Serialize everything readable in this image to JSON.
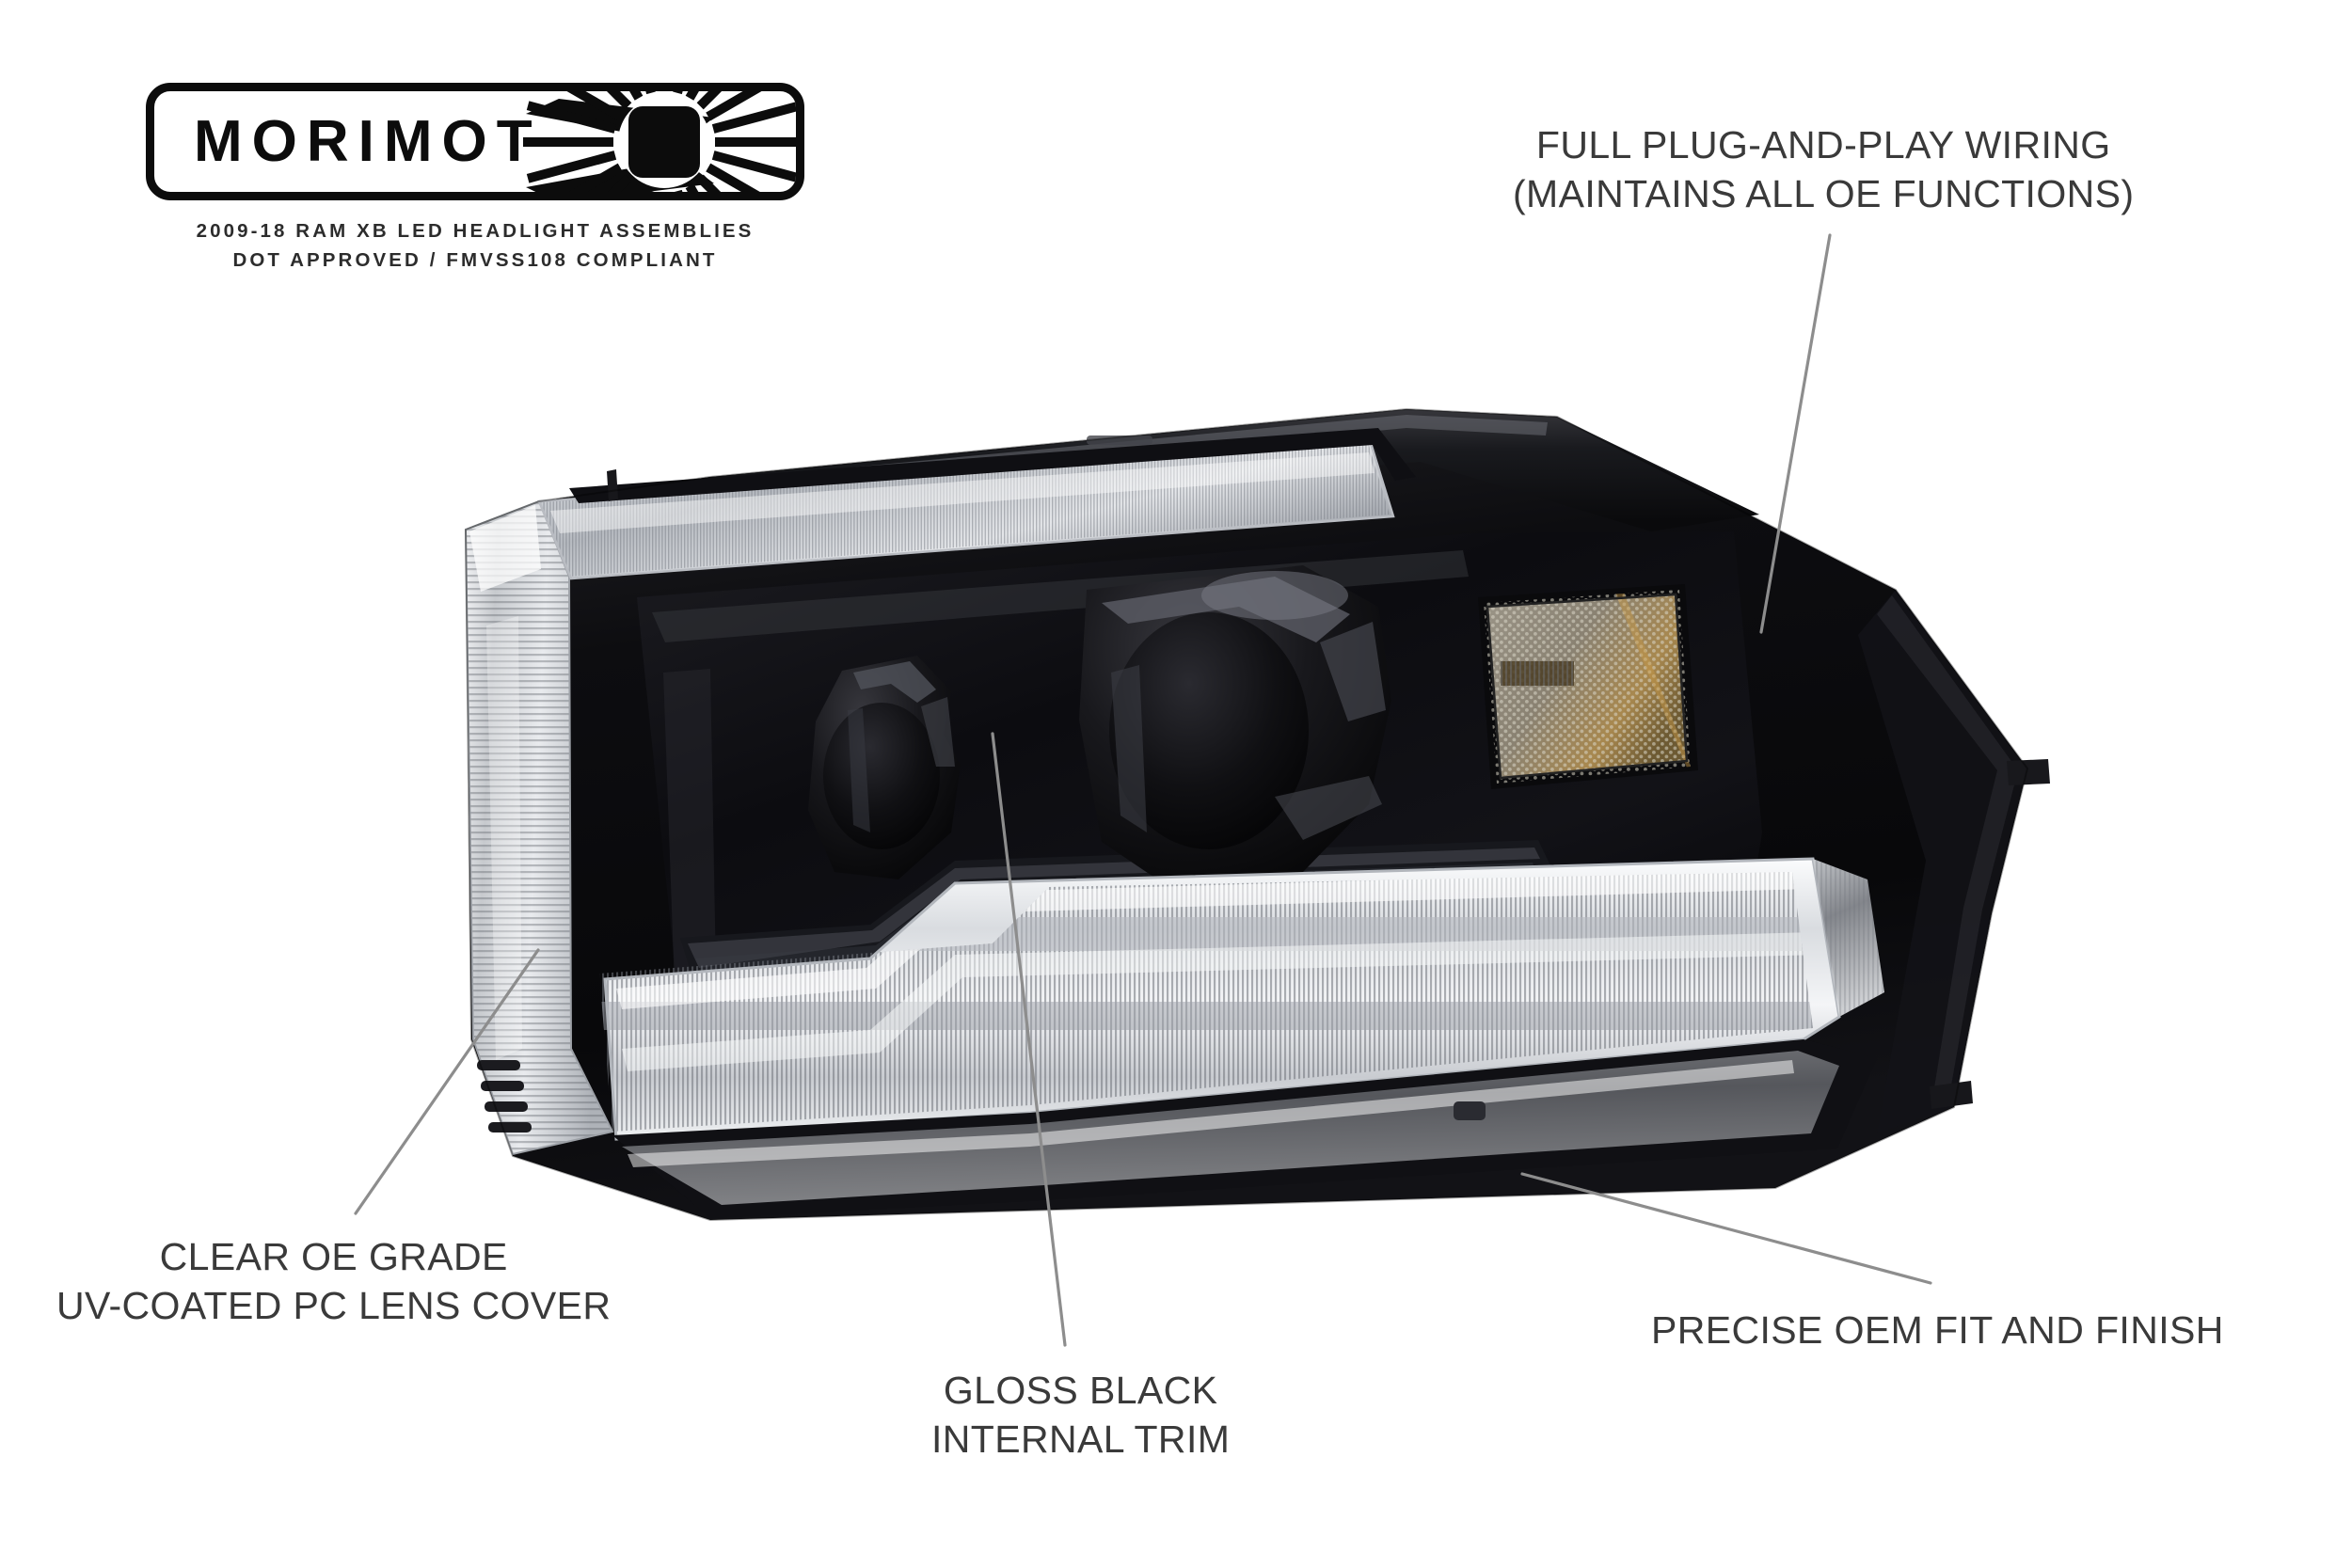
{
  "background_color": "#ffffff",
  "brand": {
    "logo_wordmark": "MORIMOT",
    "logo_icon": "rising-sun-burst",
    "subtitle_line1": "2009-18 RAM XB LED HEADLIGHT ASSEMBLIES",
    "subtitle_line2": "DOT APPROVED / FMVSS108 COMPLIANT",
    "logo_color": "#0c0c0c",
    "subtitle_color": "#2c2c2c"
  },
  "callouts": [
    {
      "id": "plug-and-play-wiring",
      "line1": "FULL PLUG-AND-PLAY WIRING",
      "line2": "(MAINTAINS ALL OE FUNCTIONS)",
      "align": "center"
    },
    {
      "id": "clear-lens-cover",
      "line1": "CLEAR OE GRADE",
      "line2": "UV-COATED PC LENS COVER",
      "align": "center"
    },
    {
      "id": "gloss-black-trim",
      "line1": "GLOSS BLACK",
      "line2": "INTERNAL TRIM",
      "align": "center"
    },
    {
      "id": "oem-fit-finish",
      "line1": "PRECISE OEM FIT AND FINISH",
      "line2": "",
      "align": "left"
    }
  ],
  "product": {
    "name": "XB LED Headlight Assembly",
    "housing_color": "#0b0b0c",
    "trim_color": "#141417",
    "lens_color": "#d8dade",
    "drl_color": "#eef0f2",
    "turn_signal_color": "#8c7a55",
    "text_color": "#3a3a3a",
    "leader_line_color": "#8d8d8d",
    "parts": [
      "upper-drl-strip",
      "gloss-black-bezel",
      "bi-led-projector-left",
      "bi-led-projector-right",
      "amber-turn-signal-reflector",
      "lower-drl-light-bar",
      "clear-lens-edge",
      "heat-sink-fins",
      "mounting-tab"
    ]
  }
}
